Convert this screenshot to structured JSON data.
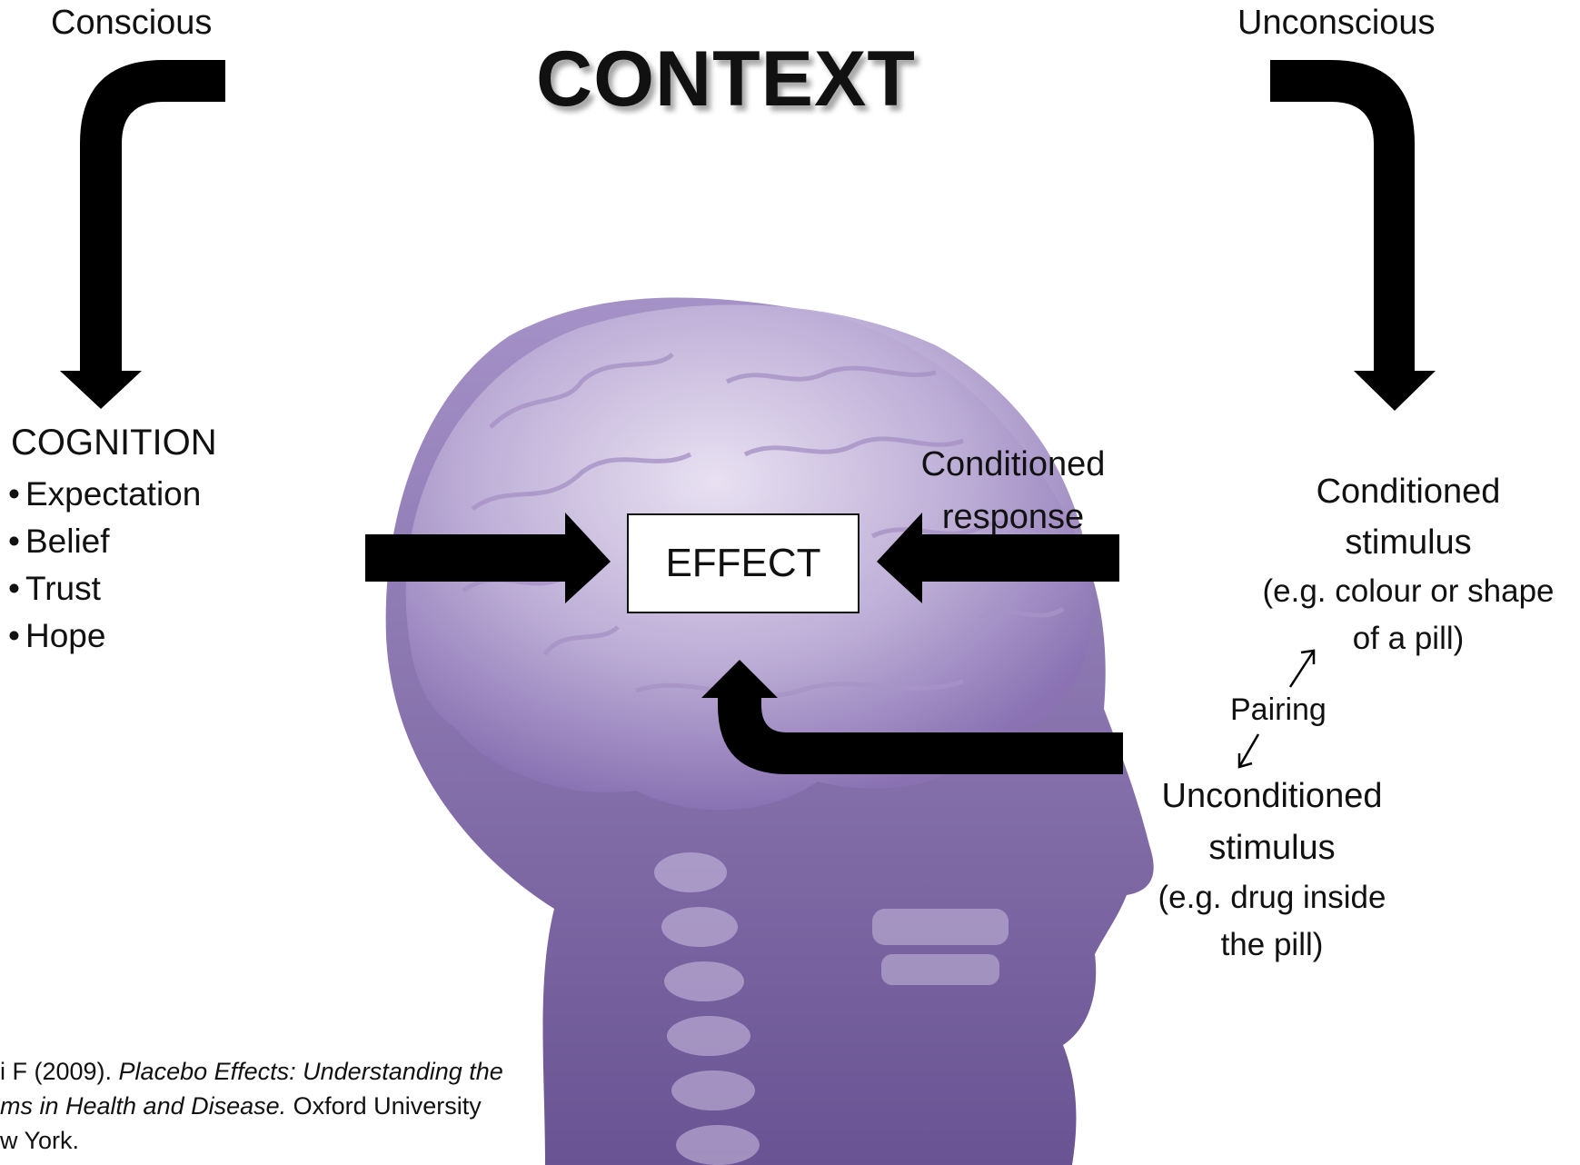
{
  "title": "CONTEXT",
  "conscious_label": "Conscious",
  "unconscious_label": "Unconscious",
  "cognition": {
    "heading": "COGNITION",
    "items": [
      "Expectation",
      "Belief",
      "Trust",
      "Hope"
    ]
  },
  "effect_label": "EFFECT",
  "conditioned_response": [
    "Conditioned",
    "response"
  ],
  "conditioned_stimulus": [
    "Conditioned",
    "stimulus",
    "(e.g. colour or shape",
    "of a pill)"
  ],
  "pairing_label": "Pairing",
  "unconditioned_stimulus": [
    "Unconditioned",
    "stimulus",
    "(e.g. drug inside",
    "the pill)"
  ],
  "reference": {
    "line1_a": "i F (2009). ",
    "line1_b": "Placebo Effects: Understanding the",
    "line2_a": "ms in Health and Disease.",
    "line2_b": " Oxford University",
    "line3": "w York."
  },
  "colors": {
    "brain_purple": "#7b5fa3",
    "arrow": "#000000"
  }
}
